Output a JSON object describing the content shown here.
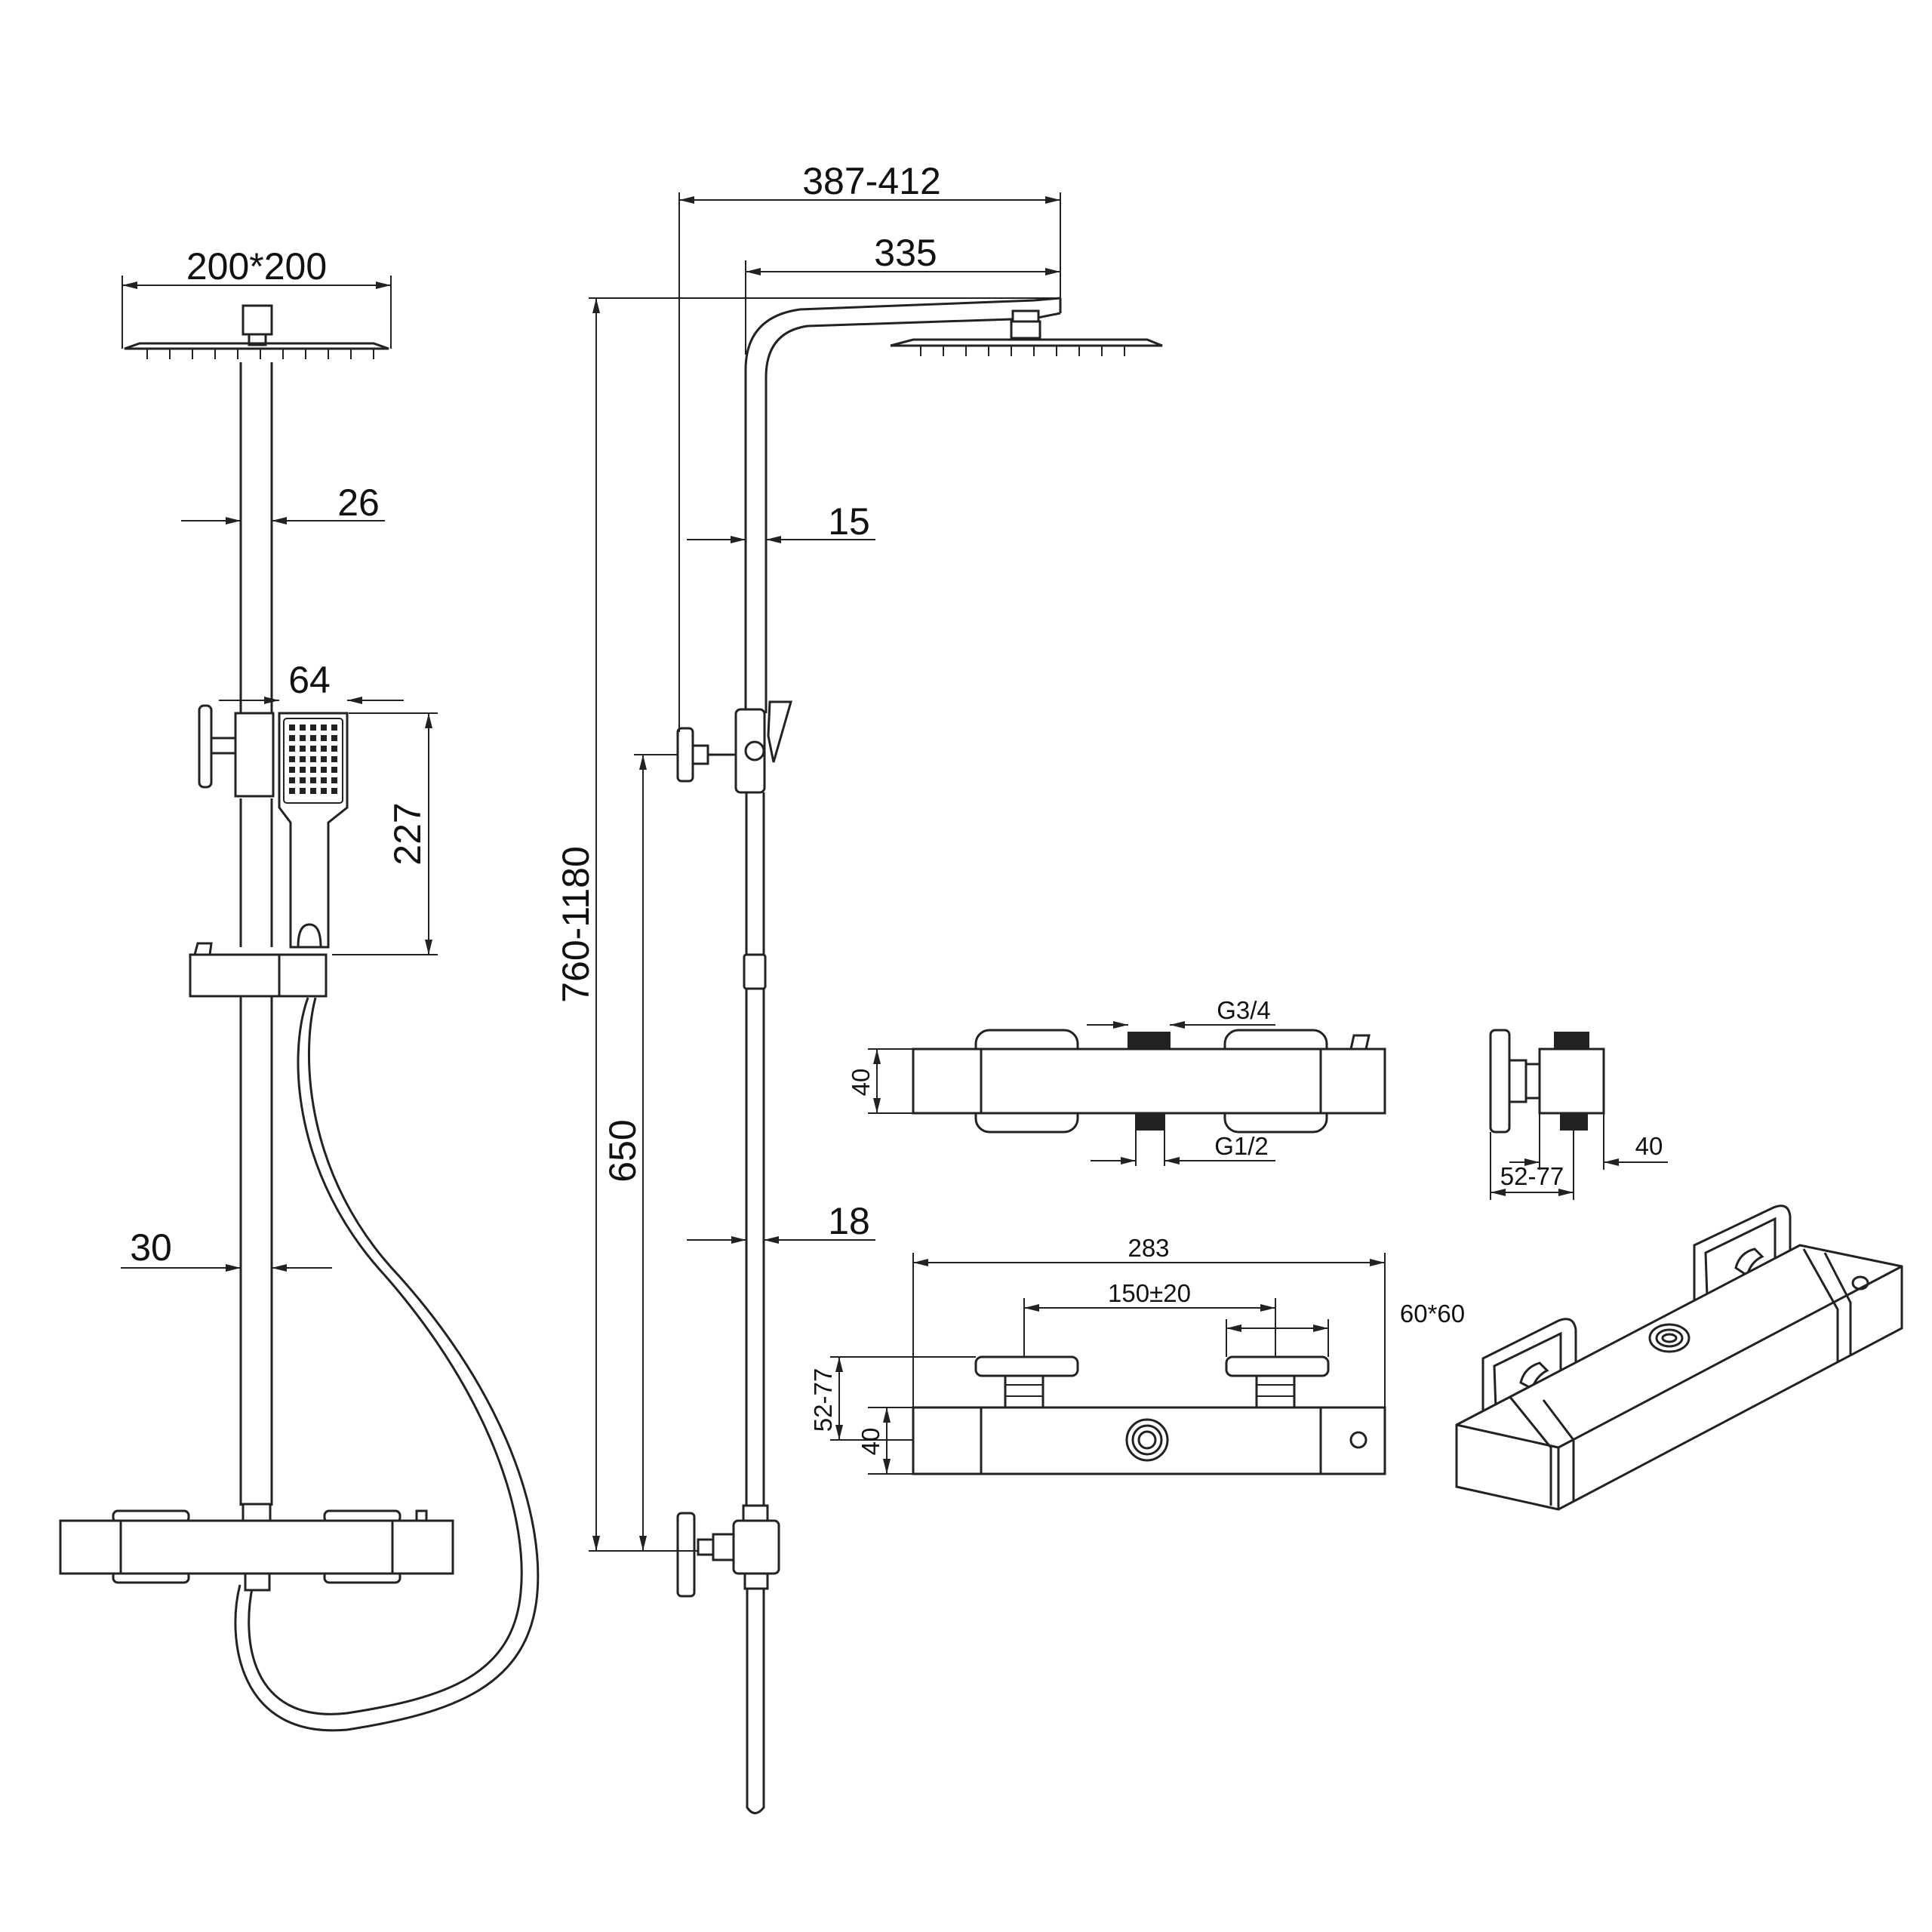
{
  "dimensions": {
    "head_size": "200*200",
    "rail_top_width": "26",
    "handshower_width": "64",
    "handshower_length": "227",
    "rail_bottom_width": "30",
    "arm_reach_total": "387-412",
    "arm_reach": "335",
    "height_range": "760-1180",
    "rail_length": "650",
    "pipe_top": "15",
    "pipe_bottom": "18",
    "top_inlet": "G3/4",
    "bottom_outlet": "G1/2",
    "valve_depth": "40",
    "side_depth": "40",
    "side_offset": "52-77",
    "valve_length": "283",
    "inlet_centers": "150±20",
    "escutcheon": "60*60",
    "front_offset": "52-77",
    "front_depth": "40"
  }
}
